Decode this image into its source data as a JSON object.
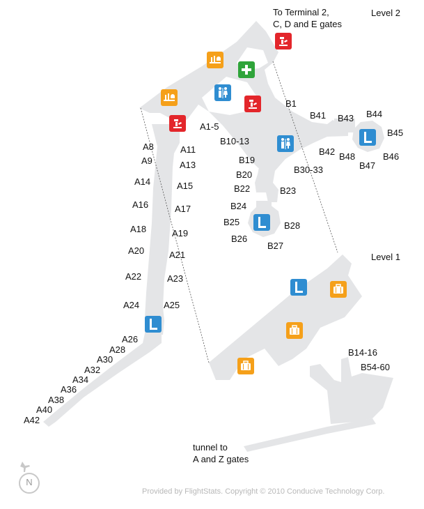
{
  "levels": {
    "upper": "Level 2",
    "lower": "Level 1"
  },
  "notes": {
    "terminal2": "To Terminal 2,\nC, D and E gates",
    "tunnel": "tunnel to\nA and Z gates"
  },
  "gates_upper": {
    "a1_5": "A1-5",
    "a8": "A8",
    "a9": "A9",
    "a11": "A11",
    "a13": "A13",
    "a14": "A14",
    "a15": "A15",
    "a16": "A16",
    "a17": "A17",
    "a18": "A18",
    "a19": "A19",
    "a20": "A20",
    "a21": "A21",
    "a22": "A22",
    "a23": "A23",
    "a24": "A24",
    "a25": "A25",
    "b1": "B1",
    "b10_13": "B10-13",
    "b19": "B19",
    "b20": "B20",
    "b22": "B22",
    "b23": "B23",
    "b24": "B24",
    "b25": "B25",
    "b26": "B26",
    "b27": "B27",
    "b28": "B28",
    "b30_33": "B30-33",
    "b41": "B41",
    "b42": "B42",
    "b43": "B43",
    "b44": "B44",
    "b45": "B45",
    "b46": "B46",
    "b47": "B47",
    "b48": "B48"
  },
  "gates_lower": {
    "a26": "A26",
    "a28": "A28",
    "a30": "A30",
    "a32": "A32",
    "a34": "A34",
    "a36": "A36",
    "a38": "A38",
    "a40": "A40",
    "a42": "A42",
    "b14_16": "B14-16",
    "b54_60": "B54-60"
  },
  "icons": {
    "lounge_glyph": "L",
    "legend": [
      {
        "name": "restaurant-icon",
        "color": "#f5a01a"
      },
      {
        "name": "first-aid-icon",
        "color": "#2fa43a"
      },
      {
        "name": "customs-icon",
        "color": "#e3262b"
      },
      {
        "name": "restroom-icon",
        "color": "#2f8dd1"
      },
      {
        "name": "lounge-icon",
        "color": "#2f8dd1"
      },
      {
        "name": "baggage-claim-icon",
        "color": "#f5a01a"
      }
    ]
  },
  "compass": {
    "north": "N"
  },
  "credit": "Provided by FlightStats. Copyright © 2010 Conducive Technology Corp."
}
